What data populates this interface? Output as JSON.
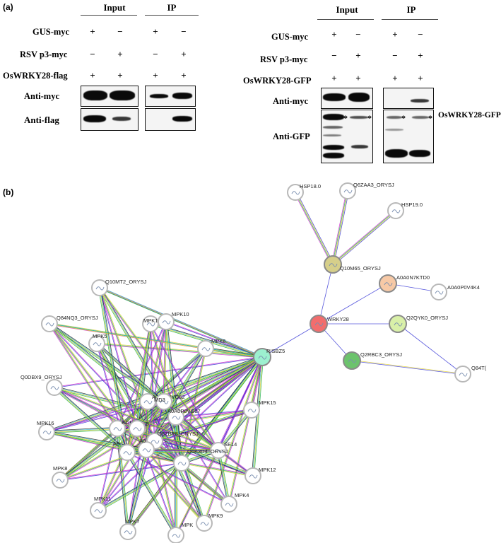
{
  "panel_a": {
    "label": "(a)",
    "left": {
      "header_input": "Input",
      "header_ip": "IP",
      "rows": [
        {
          "label": "GUS-myc",
          "signs": [
            "+",
            "−",
            "+",
            "−"
          ]
        },
        {
          "label": "RSV p3-myc",
          "signs": [
            "−",
            "+",
            "−",
            "+"
          ]
        },
        {
          "label": "OsWRKY28-flag",
          "signs": [
            "+",
            "+",
            "+",
            "+"
          ]
        }
      ],
      "blot_labels": [
        "Anti-myc",
        "Anti-flag"
      ]
    },
    "right": {
      "header_input": "Input",
      "header_ip": "IP",
      "rows": [
        {
          "label": "GUS-myc",
          "signs": [
            "+",
            "−",
            "+",
            "−"
          ]
        },
        {
          "label": "RSV p3-myc",
          "signs": [
            "−",
            "+",
            "−",
            "+"
          ]
        },
        {
          "label": "OsWRKY28-GFP",
          "signs": [
            "+",
            "+",
            "+",
            "+"
          ]
        }
      ],
      "blot_labels": [
        "Anti-myc",
        "Anti-GFP"
      ],
      "side_label": "OsWRKY28-GFP",
      "star": "*"
    }
  },
  "panel_b": {
    "label": "(b)",
    "nodes": [
      {
        "id": "HSP18.0",
        "label": "HSP18.0",
        "color": "#ffffff"
      },
      {
        "id": "Q6ZAA3",
        "label": "Q6ZAA3_ORYSJ",
        "color": "#ffffff"
      },
      {
        "id": "HSP19.0",
        "label": "HSP19.0",
        "color": "#ffffff"
      },
      {
        "id": "Q10M65",
        "label": "Q10M65_ORYSJ",
        "color": "#d6cf8a"
      },
      {
        "id": "A0A0N7KTD0",
        "label": "A0A0N7KTD0",
        "color": "#f7c9a6"
      },
      {
        "id": "A0A0P0V4K4",
        "label": "A0A0P0V4K4",
        "color": "#ffffff"
      },
      {
        "id": "WRKY28",
        "label": "WRKY28",
        "color": "#f26d6d"
      },
      {
        "id": "Q2QYK0",
        "label": "Q2QYK0_ORYSJ",
        "color": "#d9f0a8"
      },
      {
        "id": "Q2RBC3",
        "label": "Q2RBC3_ORYSJ",
        "color": "#6cc36c"
      },
      {
        "id": "Q84T",
        "label": "Q84T(",
        "color": "#ffffff"
      },
      {
        "id": "RISBZ5",
        "label": "RISBZ5",
        "color": "#9cf0cf"
      },
      {
        "id": "Q10MT2",
        "label": "Q10MT2_ORYSJ",
        "color": "#ffffff"
      },
      {
        "id": "Q84NQ3",
        "label": "Q84NQ3_ORYSJ",
        "color": "#ffffff"
      },
      {
        "id": "MPK13",
        "label": "MPK13",
        "color": "#ffffff"
      },
      {
        "id": "MPK10",
        "label": "MPK10",
        "color": "#ffffff"
      },
      {
        "id": "MPK5",
        "label": "MPK5",
        "color": "#ffffff"
      },
      {
        "id": "MPK6",
        "label": "MPK6",
        "color": "#ffffff"
      },
      {
        "id": "Q0DBX9",
        "label": "Q0DBX9_ORYSJ",
        "color": "#ffffff"
      },
      {
        "id": "A0A0P0VG62",
        "label": "A0A0P0VG62",
        "color": "#ffffff"
      },
      {
        "id": "MD3",
        "label": "MD3",
        "color": "#ffffff"
      },
      {
        "id": "A0A0P0VG87",
        "label": "A0A0P0VG87",
        "color": "#ffffff"
      },
      {
        "id": "MPK15",
        "label": "MPK15",
        "color": "#ffffff"
      },
      {
        "id": "MPK16",
        "label": "MPK16",
        "color": "#ffffff"
      },
      {
        "id": "BZIP39",
        "label": "BZIP39",
        "color": "#ffffff"
      },
      {
        "id": "B",
        "label": "B",
        "color": "#ffffff"
      },
      {
        "id": "Q5ZBP8",
        "label": "Q5ZBP8_ORYSJ",
        "color": "#ffffff"
      },
      {
        "id": "SE14",
        "label": "SE14",
        "color": "#ffffff"
      },
      {
        "id": "A0a",
        "label": "A0",
        "color": "#ffffff"
      },
      {
        "id": "Q6K3D4",
        "label": "Q6K3D4_ORYSJ",
        "color": "#ffffff"
      },
      {
        "id": "A0b",
        "label": "A0",
        "color": "#ffffff"
      },
      {
        "id": "MPK8",
        "label": "MPK8",
        "color": "#ffffff"
      },
      {
        "id": "MPK12",
        "label": "MPK12",
        "color": "#ffffff"
      },
      {
        "id": "MPK11",
        "label": "MPK11",
        "color": "#ffffff"
      },
      {
        "id": "MPK4",
        "label": "MPK4",
        "color": "#ffffff"
      },
      {
        "id": "MPK7",
        "label": "MPK7",
        "color": "#ffffff"
      },
      {
        "id": "MPK",
        "label": "MPK",
        "color": "#ffffff"
      },
      {
        "id": "MPK9",
        "label": "MPK9",
        "color": "#ffffff"
      }
    ]
  }
}
